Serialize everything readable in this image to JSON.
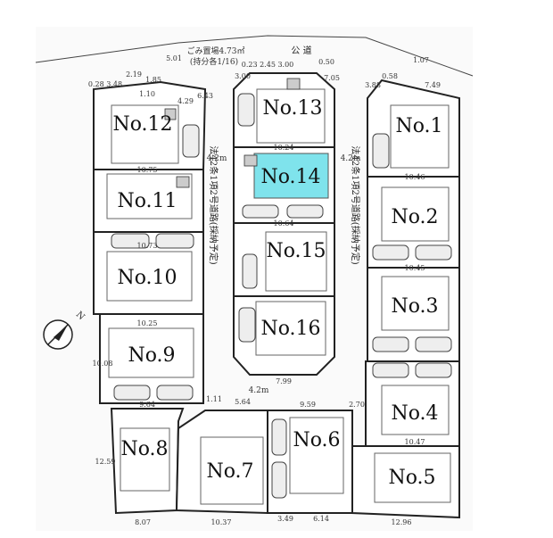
{
  "title": "区画図",
  "public_road": "公 道",
  "garbage_area": "ごみ置場4.73㎡",
  "garbage_share": "(持分各1/16)",
  "private_road": "法42条1項2号道路(採納予定)",
  "road_width": "4.2m",
  "highlight_color": "#7fe3ec",
  "selected_lot": "No.14",
  "lots": {
    "no1": "No.1",
    "no2": "No.2",
    "no3": "No.3",
    "no4": "No.4",
    "no5": "No.5",
    "no6": "No.6",
    "no7": "No.7",
    "no8": "No.8",
    "no9": "No.9",
    "no10": "No.10",
    "no11": "No.11",
    "no12": "No.12",
    "no13": "No.13",
    "no14": "No.14",
    "no15": "No.15",
    "no16": "No.16"
  },
  "dimensions": {
    "top_left": "0.28 3.48",
    "d219": "2.19",
    "d185": "1.85",
    "d110": "1.10",
    "d429": "4.29",
    "d643": "6.43",
    "d501": "5.01",
    "top13": "0.23 2.45 3.00",
    "d050": "0.50",
    "d300": "3.00",
    "d705": "7.05",
    "d107": "1.07",
    "d058": "0.58",
    "d749": "7.49",
    "d388": "3.88",
    "d1064": "10.64",
    "d1024": "10.24",
    "d1046": "10.46",
    "d1045": "10.45",
    "d1047": "10.47",
    "d1075": "10.75",
    "d1073": "10.73",
    "d1025": "10.25",
    "d1008": "10.08",
    "d964": "9.64",
    "d1037": "10.37",
    "d807": "8.07",
    "d1296": "12.96",
    "d349": "3.49",
    "d614": "6.14",
    "d959": "9.59",
    "d564": "5.64",
    "d111": "1.11",
    "d799": "7.99",
    "d270": "2.70",
    "d1259": "12.59"
  }
}
